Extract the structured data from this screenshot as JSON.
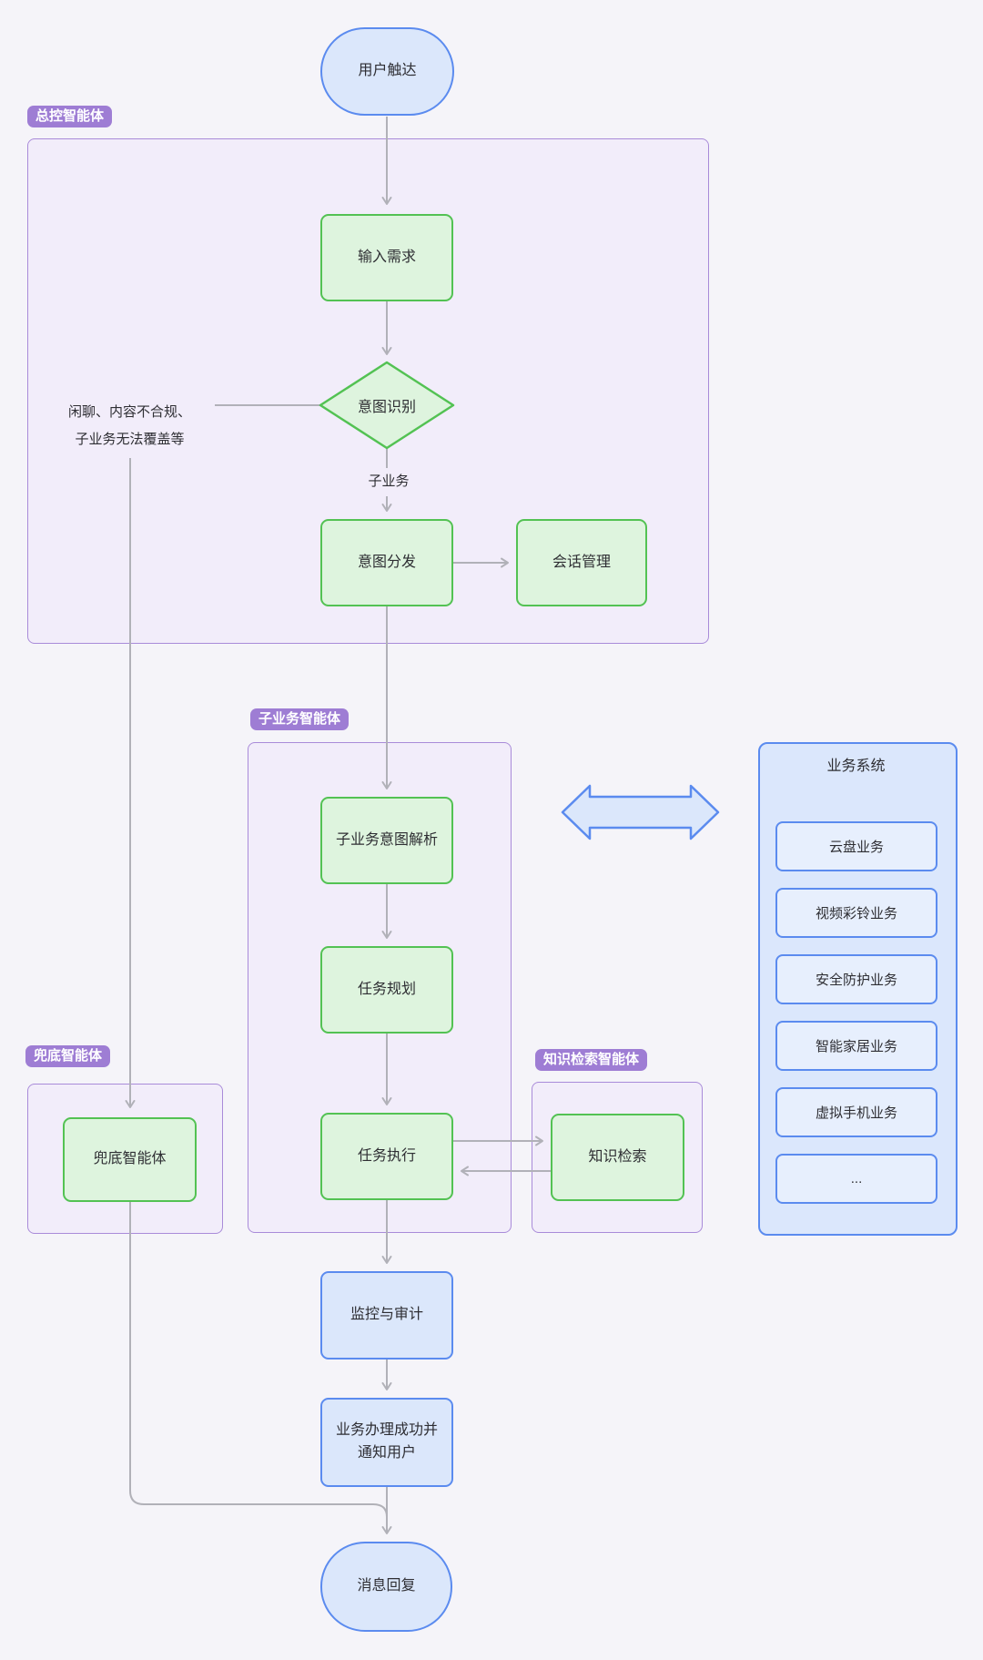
{
  "colors": {
    "page_bg": "#f5f4f9",
    "agent_container_fill": "#f2edfa",
    "agent_container_border": "#a98bd9",
    "badge_fill": "#9e7dd4",
    "badge_text": "#ffffff",
    "green_node_fill": "#def4de",
    "green_node_border": "#53c253",
    "blue_node_fill": "#dbe7fb",
    "blue_node_border": "#5b8bef",
    "business_container_fill": "#dbe7fc",
    "business_item_fill": "#e7effd",
    "edge_color": "#b1b1b8",
    "text_color": "#2e2e33"
  },
  "groups": {
    "master": "总控智能体",
    "sub": "子业务智能体",
    "knowledge": "知识检索智能体",
    "fallback": "兜底智能体"
  },
  "nodes": {
    "start": "用户触达",
    "input": "输入需求",
    "intent_recognition": "意图识别",
    "intent_dispatch": "意图分发",
    "session_mgmt": "会话管理",
    "sub_intent_parse": "子业务意图解析",
    "task_planning": "任务规划",
    "task_execution": "任务执行",
    "knowledge_search": "知识检索",
    "fallback_agent": "兜底智能体",
    "monitor_audit": "监控与审计",
    "notify_line1": "业务办理成功并",
    "notify_line2": "通知用户",
    "end": "消息回复"
  },
  "edge_labels": {
    "sub_business": "子业务",
    "chitchat_line1": "闲聊、内容不合规、",
    "chitchat_line2": "子业务无法覆盖等"
  },
  "business_system": {
    "title": "业务系统",
    "items": [
      "云盘业务",
      "视频彩铃业务",
      "安全防护业务",
      "智能家居业务",
      "虚拟手机业务",
      "..."
    ]
  }
}
